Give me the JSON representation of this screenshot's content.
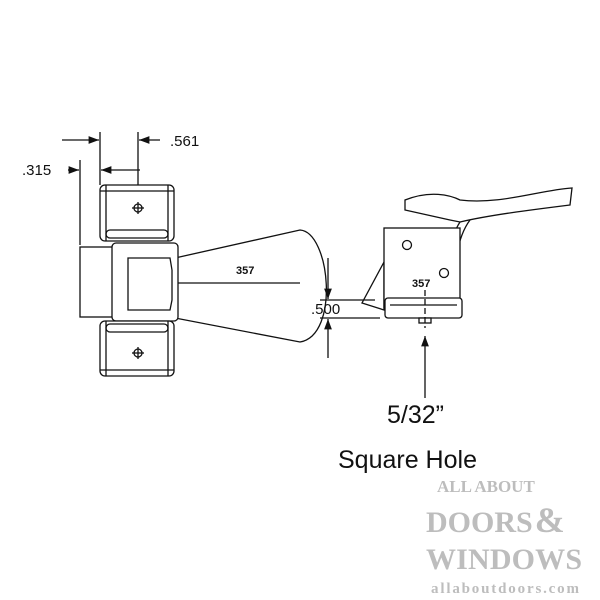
{
  "drawing": {
    "dimensions": {
      "dim_top": ".561",
      "dim_left": ".315",
      "dim_height": ".500"
    },
    "part_number_top_view": "357",
    "part_number_side_view": "357",
    "callout_line1": "5/32”",
    "callout_line2": "Square Hole"
  },
  "watermark": {
    "line1": "ALL ABOUT",
    "line2": "DOORS",
    "ampersand": "&",
    "line3": "WINDOWS",
    "url": "allaboutdoors.com",
    "color": "#bdbdbd"
  }
}
